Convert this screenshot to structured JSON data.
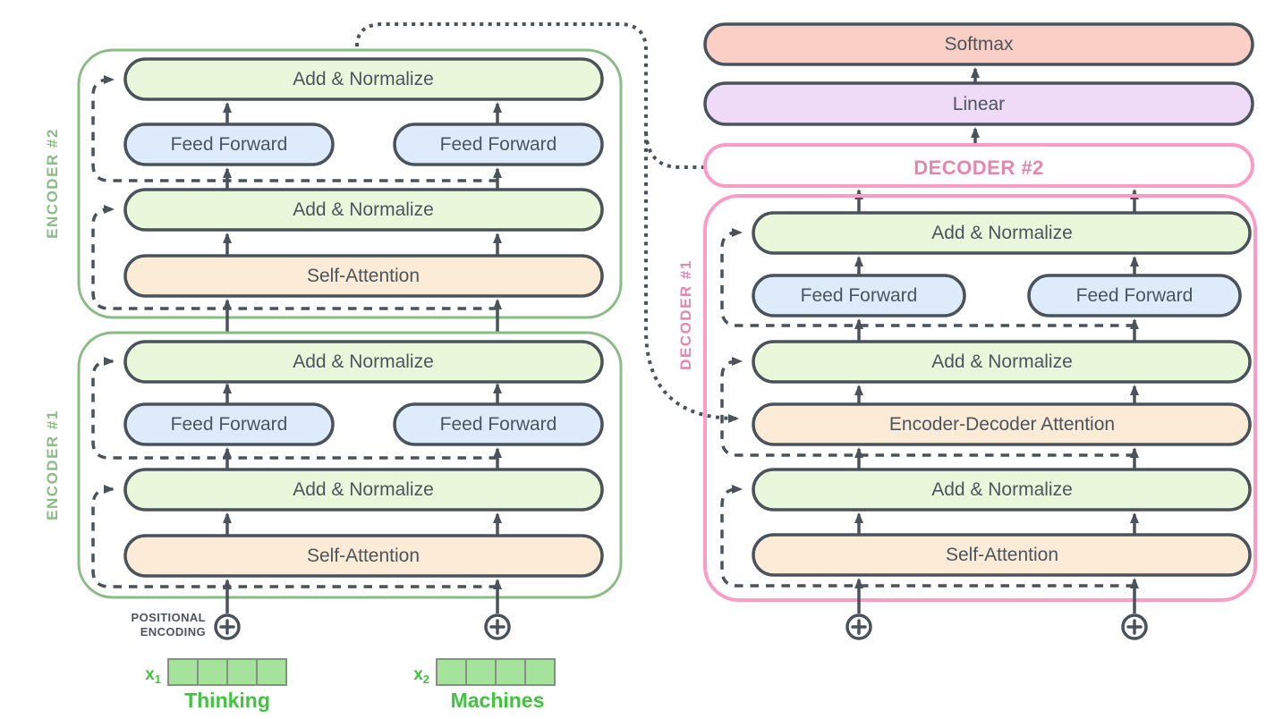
{
  "colors": {
    "ink": "#4a525b",
    "ink-text": "#4c555e",
    "green": "#e9f8da",
    "blue": "#ddebfa",
    "orange": "#fcebd6",
    "salmon": "#f9cfc6",
    "purple": "#efdbf7",
    "enc-border": "#8abd84",
    "dec-border": "#fb9cc7",
    "dec-text": "#e287ae",
    "vivid": "#41c341",
    "cell": "#a5e29c",
    "cell-border": "#859084"
  },
  "encoder2": {
    "label": "ENCODER #2",
    "add_norm_top": "Add & Normalize",
    "ff_left": "Feed Forward",
    "ff_right": "Feed Forward",
    "add_norm_mid": "Add & Normalize",
    "self_attention": "Self-Attention"
  },
  "encoder1": {
    "label": "ENCODER #1",
    "add_norm_top": "Add & Normalize",
    "ff_left": "Feed Forward",
    "ff_right": "Feed Forward",
    "add_norm_mid": "Add & Normalize",
    "self_attention": "Self-Attention"
  },
  "decoder2": {
    "label": "DECODER #2"
  },
  "decoder1": {
    "label": "DECODER #1",
    "add_norm_top": "Add & Normalize",
    "ff_left": "Feed Forward",
    "ff_right": "Feed Forward",
    "add_norm_mid": "Add & Normalize",
    "enc_dec_attention": "Encoder-Decoder Attention",
    "add_norm_bottom": "Add & Normalize",
    "self_attention": "Self-Attention"
  },
  "output": {
    "softmax": "Softmax",
    "linear": "Linear"
  },
  "inputs": {
    "pos_enc_line1": "POSITIONAL",
    "pos_enc_line2": "ENCODING",
    "x1_base": "x",
    "x1_sub": "1",
    "x2_base": "x",
    "x2_sub": "2",
    "word1": "Thinking",
    "word2": "Machines"
  }
}
